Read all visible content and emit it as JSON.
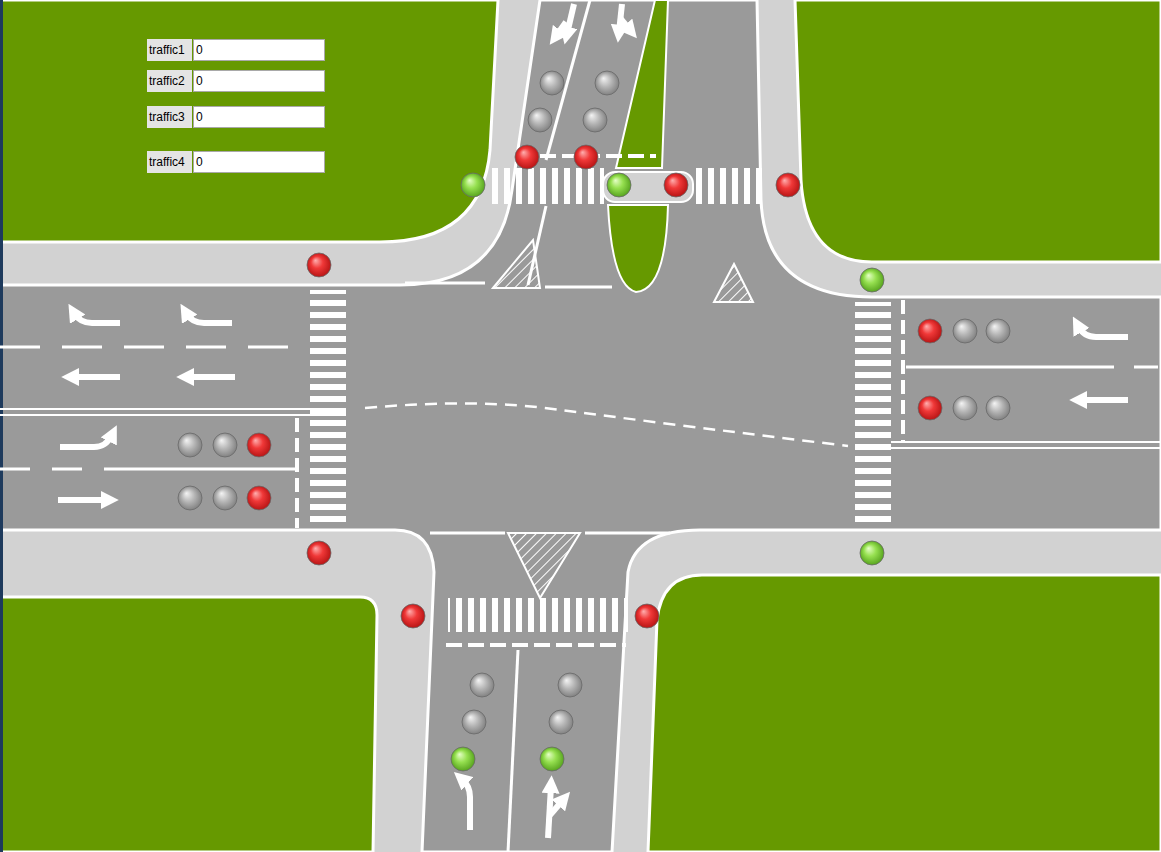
{
  "diagram": {
    "nodes": [
      {
        "text": [
          "traffic1"
        ]
      },
      {
        "text": [
          "0"
        ]
      },
      {
        "text": [
          "traffic2"
        ]
      },
      {
        "text": [
          "0"
        ]
      },
      {
        "text": [
          "traffic3"
        ]
      },
      {
        "text": [
          "0"
        ]
      },
      {
        "text": [
          "traffic4"
        ]
      },
      {
        "text": [
          "0"
        ]
      }
    ]
  }
}
